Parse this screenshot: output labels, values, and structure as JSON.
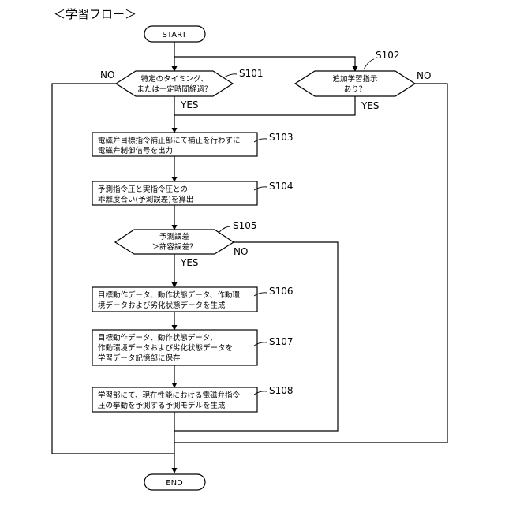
{
  "title": "＜学習フロー＞",
  "start": "START",
  "end": "END",
  "decisions": {
    "s101": {
      "step": "S101",
      "lines": [
        "特定のタイミング、",
        "または一定時間経過？"
      ],
      "yes": "YES",
      "no": "NO"
    },
    "s102": {
      "step": "S102",
      "lines": [
        "追加学習指示",
        "あり？"
      ],
      "yes": "YES",
      "no": "NO"
    },
    "s105": {
      "step": "S105",
      "lines": [
        "予測誤差",
        "＞許容誤差？"
      ],
      "yes": "YES",
      "no": "NO"
    }
  },
  "processes": {
    "s103": {
      "step": "S103",
      "lines": [
        "電磁弁目標指令補正部にて補正を行わずに",
        "電磁弁制御信号を出力"
      ]
    },
    "s104": {
      "step": "S104",
      "lines": [
        "予測指令圧と実指令圧との",
        "乖離度合い(予測誤差)を算出"
      ]
    },
    "s106": {
      "step": "S106",
      "lines": [
        "目標動作データ、動作状態データ、作動環",
        "境データおよび劣化状態データを生成"
      ]
    },
    "s107": {
      "step": "S107",
      "lines": [
        "目標動作データ、動作状態データ、",
        "作動環境データおよび劣化状態データを",
        "学習データ記憶部に保存"
      ]
    },
    "s108": {
      "step": "S108",
      "lines": [
        "学習部にて、現在性能における電磁弁指令",
        "圧の挙動を予測する予測モデルを生成"
      ]
    }
  }
}
